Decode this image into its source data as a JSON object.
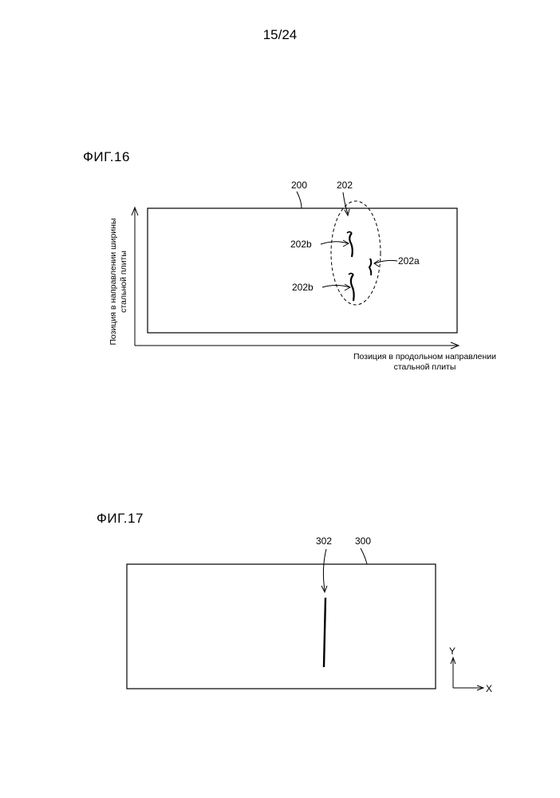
{
  "page_number": "15/24",
  "fig16": {
    "title": "ФИГ.16",
    "labels": {
      "plate": "200",
      "region": "202",
      "defect_upper": "202b",
      "defect_right": "202a",
      "defect_lower": "202b"
    },
    "axis": {
      "x_line1": "Позиция в продольном направлении",
      "x_line2": "стальной плиты",
      "y_line1": "Позиция в направлении ширины",
      "y_line2": "стальной плиты"
    }
  },
  "fig17": {
    "title": "ФИГ.17",
    "labels": {
      "defect": "302",
      "plate": "300"
    },
    "axis": {
      "y": "Y",
      "x": "X"
    }
  }
}
